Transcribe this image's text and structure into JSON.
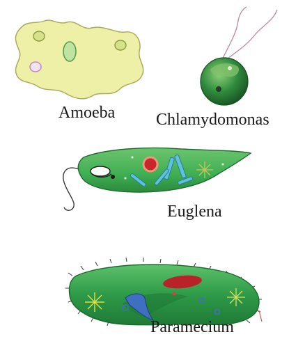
{
  "labels": {
    "amoeba": "Amoeba",
    "chlamydomonas": "Chlamydomonas",
    "euglena": "Euglena",
    "paramecium": "Paramecium"
  },
  "colors": {
    "amoeba_body": "#eef0a8",
    "chlamydomonas_body": "#2f8a3c",
    "euglena_body": "#3fae52",
    "paramecium_body": "#2e9a48",
    "nucleus_red": "#c8262a"
  }
}
